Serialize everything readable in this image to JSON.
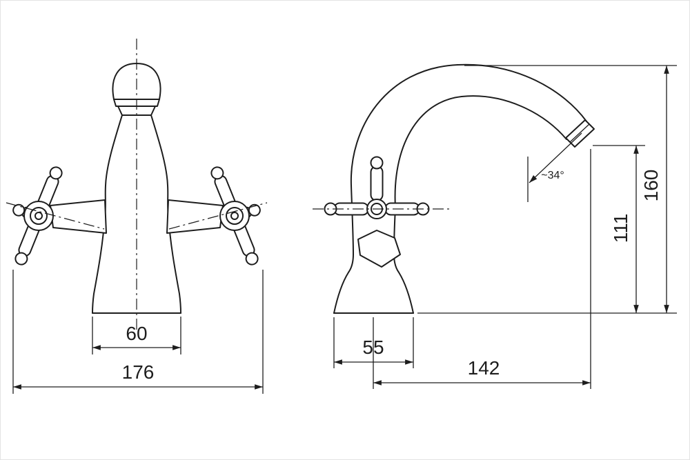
{
  "drawing": {
    "background": "#ffffff",
    "line_color": "#1d1d1d",
    "dimensions": {
      "front_base_width": "60",
      "front_overall_width": "176",
      "side_base_depth": "55",
      "side_spout_reach": "142",
      "side_spout_outlet_height": "111",
      "side_overall_height": "160",
      "spout_angle": "~34°"
    }
  }
}
